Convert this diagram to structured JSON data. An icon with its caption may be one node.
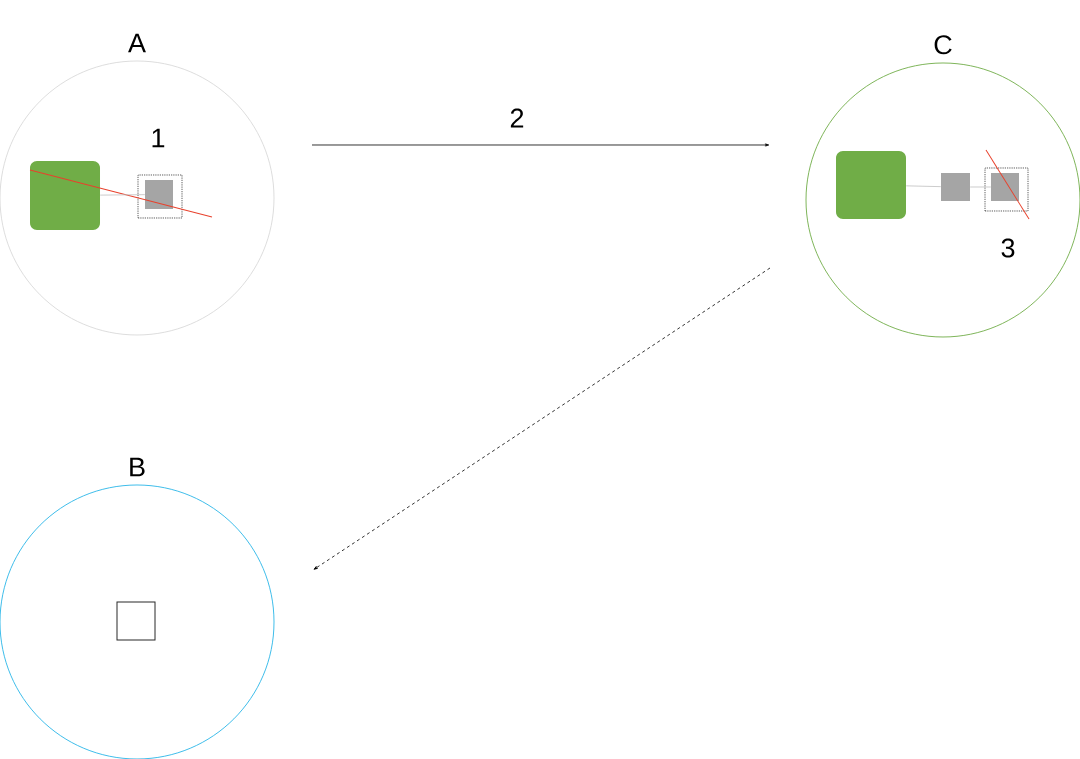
{
  "diagram": {
    "nodes": [
      {
        "text": [
          "A"
        ]
      },
      {
        "text": [],
        "shape": "box",
        "in": 0
      },
      {
        "text": [],
        "shape": "box",
        "in": 0
      },
      {
        "text": [],
        "shape": "box",
        "in": 2
      },
      {
        "text": [
          "C"
        ]
      },
      {
        "text": [],
        "shape": "box",
        "in": 4
      },
      {
        "text": [],
        "shape": "box",
        "in": 4
      },
      {
        "text": [],
        "shape": "box",
        "in": 4
      },
      {
        "text": [],
        "shape": "box",
        "in": 7
      },
      {
        "text": [
          "B"
        ]
      },
      {
        "text": [],
        "shape": "box",
        "in": 9
      }
    ],
    "edges": [
      {
        "from": 0,
        "to": 4,
        "arrow": "to",
        "label": "2",
        "color": "#000000"
      },
      {
        "from": 4,
        "to": 9,
        "arrow": "to",
        "style": "dashed",
        "color": "#000000"
      },
      {
        "from": 1,
        "to": 3,
        "arrow": "none",
        "color": "#bfbfbf"
      },
      {
        "from": 5,
        "to": 6,
        "arrow": "none",
        "color": "#bfbfbf"
      },
      {
        "from": 6,
        "to": 8,
        "arrow": "none",
        "color": "#bfbfbf"
      }
    ],
    "labels": [
      "1",
      "3"
    ]
  }
}
